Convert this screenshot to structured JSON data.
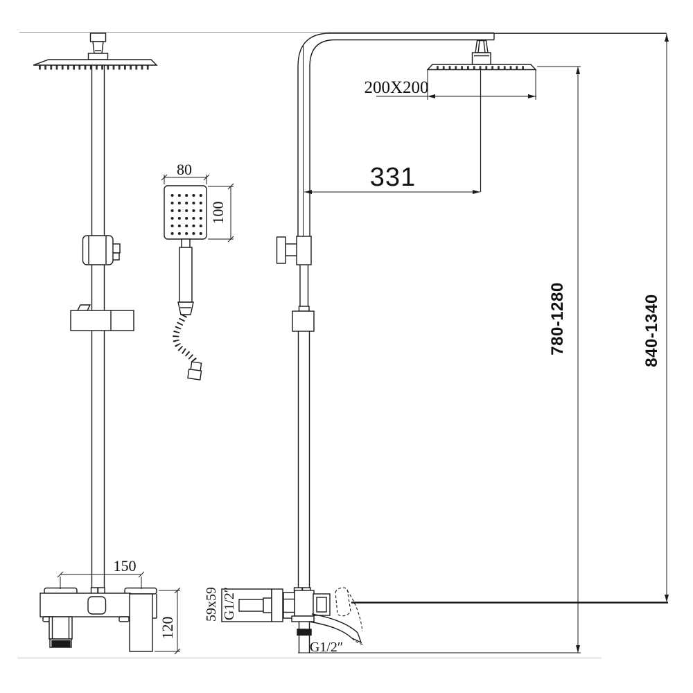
{
  "drawing": {
    "type": "technical-dimension-drawing",
    "subject": "shower column set (front view, hand shower, side view)"
  },
  "colors": {
    "line": "#1a1a1a",
    "background": "#ffffff",
    "reference_line": "#9a9a9a",
    "shadow_line": "#ebebeb",
    "nozzle": "#333333"
  },
  "dims": {
    "head_size": "200X200",
    "arm_reach": "331",
    "column_height_range": "780-1280",
    "overall_height_range": "840-1340",
    "handshower_width": "80",
    "handshower_height": "100",
    "spout_spread": "150",
    "mixer_height": "120",
    "escutcheon_size": "59x59",
    "inlet_thread": "G1/2″",
    "outlet_thread": "G1/2″"
  }
}
